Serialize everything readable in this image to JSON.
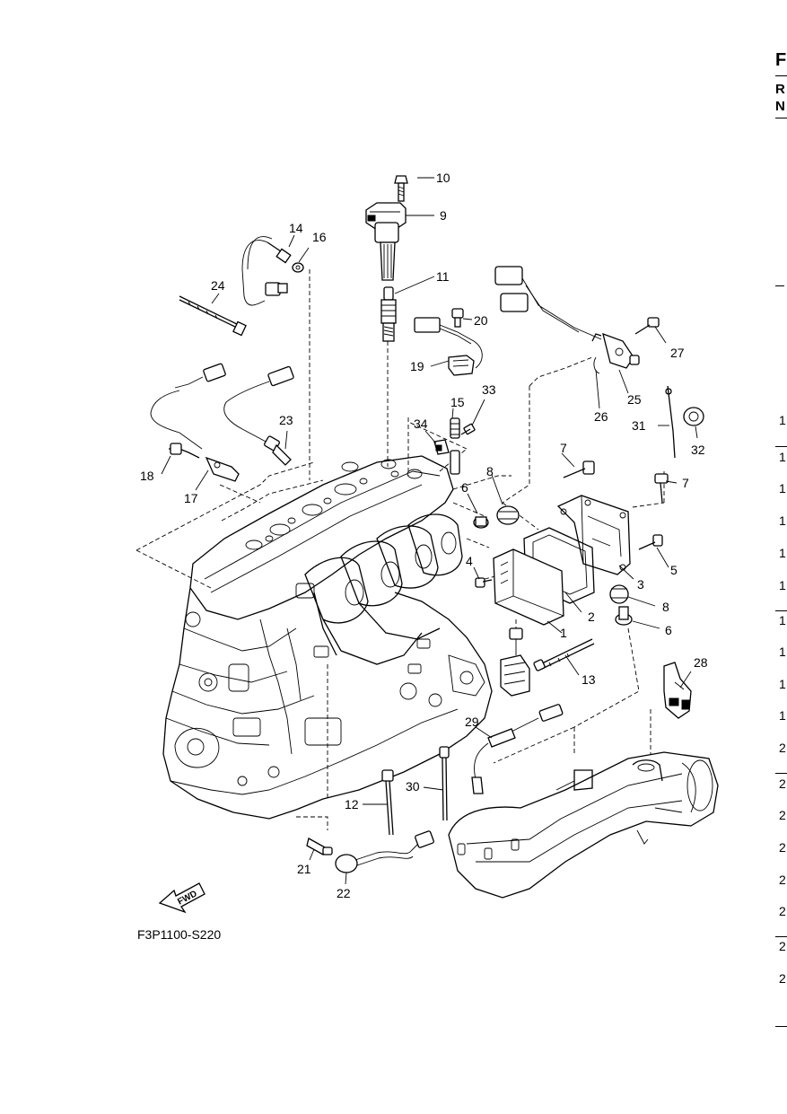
{
  "figure_code": "F3P1100-S220",
  "fwd_arrow_label": "FWD",
  "side_column": {
    "header_letters": [
      "F",
      "R",
      "N"
    ],
    "row_labels": [
      "1",
      "1",
      "1",
      "1",
      "1",
      "1",
      "1",
      "1",
      "1",
      "1",
      "2",
      "2",
      "2",
      "2",
      "2",
      "2",
      "2",
      "2"
    ]
  },
  "callouts": [
    "1",
    "2",
    "3",
    "4",
    "5",
    "6",
    "6",
    "7",
    "7",
    "8",
    "8",
    "9",
    "10",
    "11",
    "12",
    "13",
    "14",
    "15",
    "16",
    "17",
    "18",
    "19",
    "20",
    "21",
    "22",
    "23",
    "24",
    "25",
    "26",
    "27",
    "28",
    "29",
    "30",
    "31",
    "32",
    "33",
    "34"
  ]
}
